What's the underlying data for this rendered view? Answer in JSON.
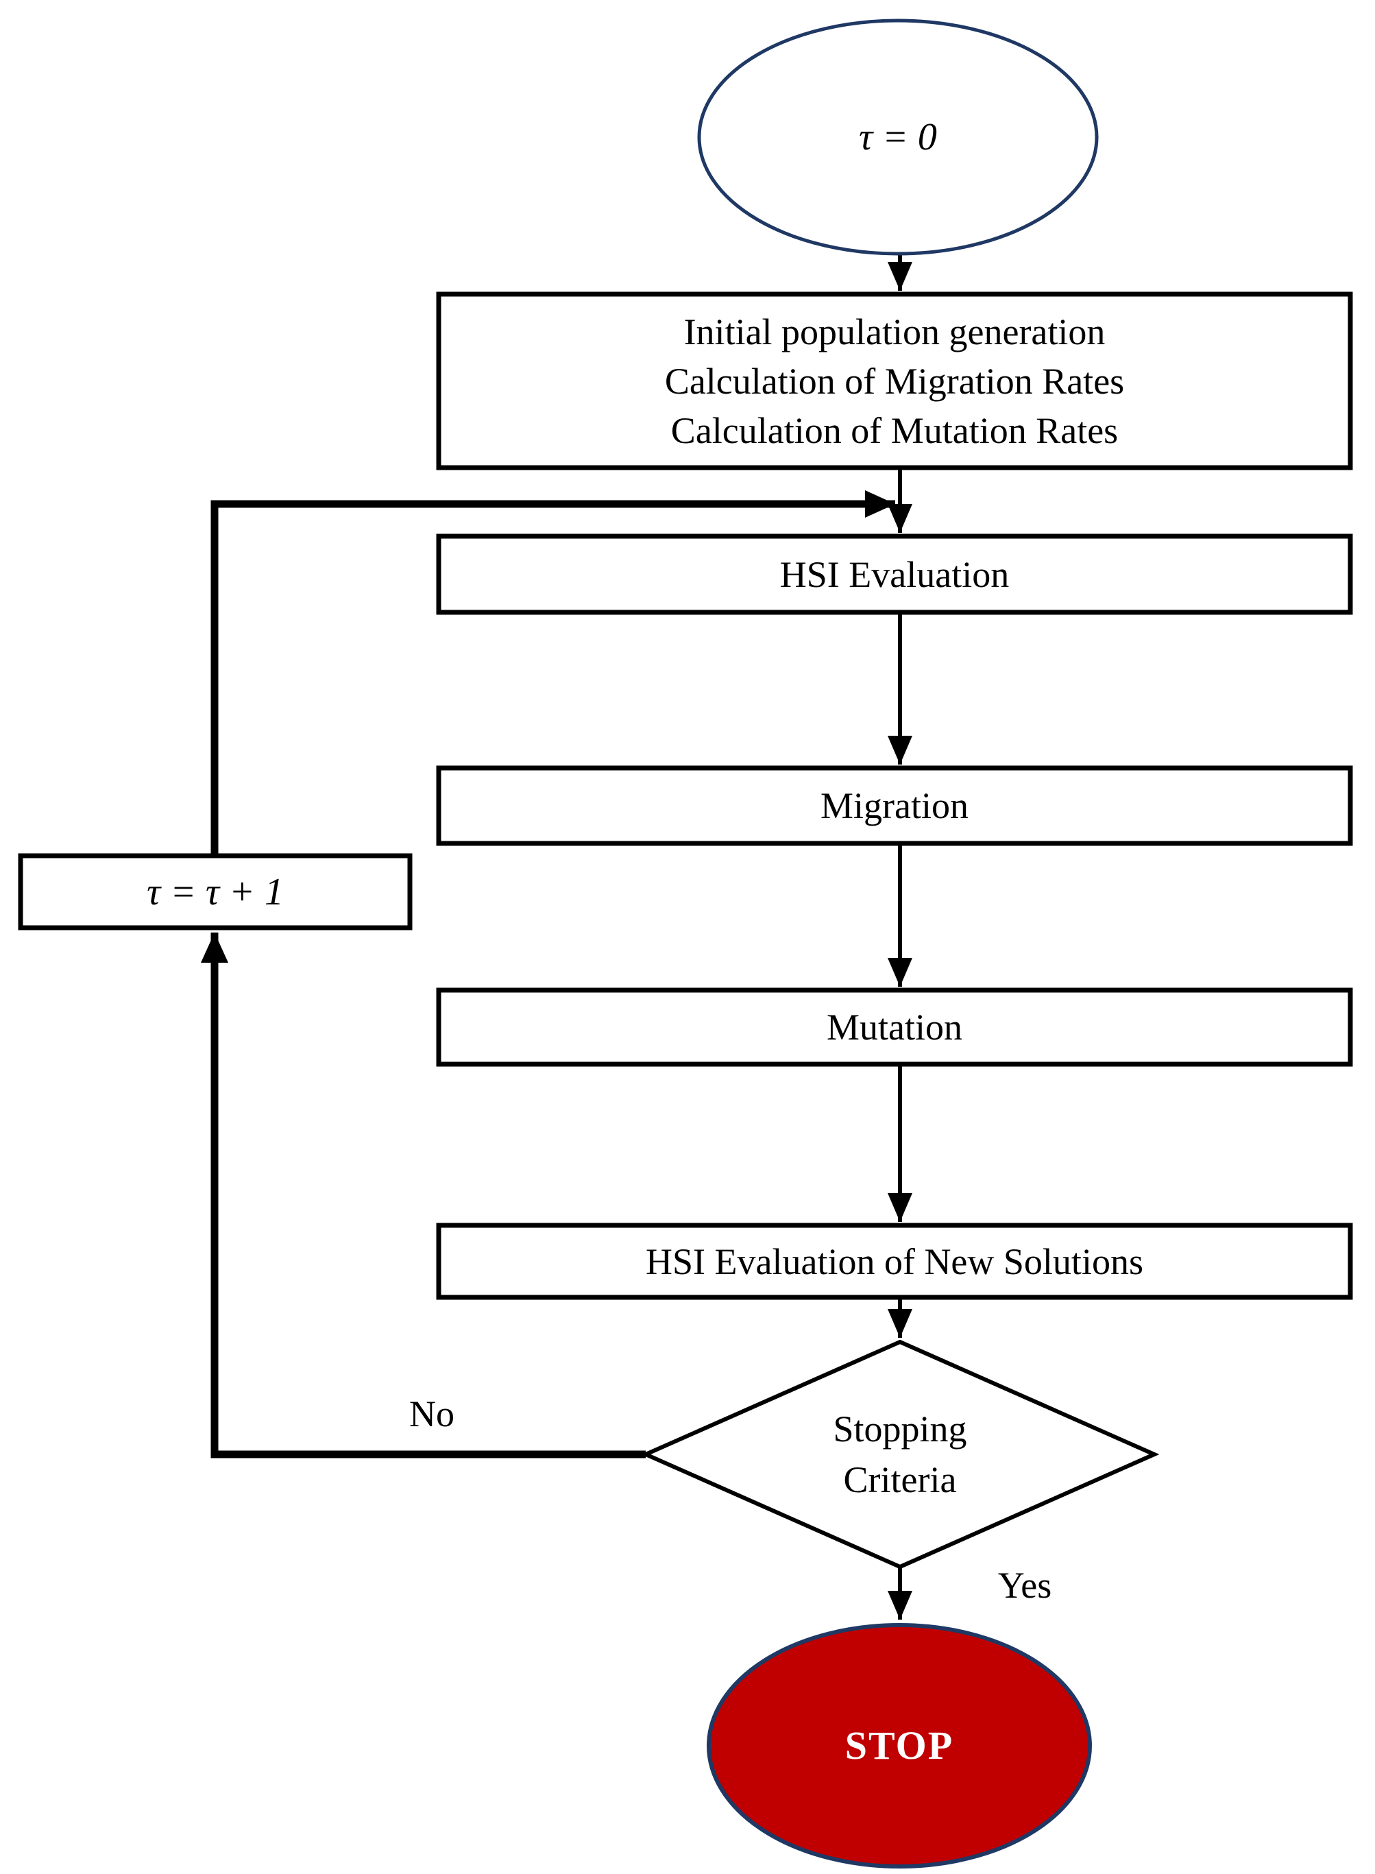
{
  "colors": {
    "shape_border_navy": "#1f3864",
    "stop_fill_red": "#c00000",
    "line_black": "#000000",
    "text_white": "#ffffff"
  },
  "nodes": {
    "start": {
      "label": "τ = 0"
    },
    "init": {
      "lines": [
        "Initial population generation",
        "Calculation of Migration Rates",
        "Calculation of Mutation Rates"
      ]
    },
    "hsi_eval": {
      "label": "HSI Evaluation"
    },
    "migration": {
      "label": "Migration"
    },
    "mutation": {
      "label": "Mutation"
    },
    "hsi_eval_new": {
      "label": "HSI Evaluation of New Solutions"
    },
    "decision": {
      "label": "Stopping Criteria",
      "lines": [
        "Stopping",
        "Criteria"
      ]
    },
    "counter": {
      "label": "τ = τ + 1"
    },
    "stop": {
      "label": "STOP"
    }
  },
  "edges": {
    "no_label": "No",
    "yes_label": "Yes"
  }
}
